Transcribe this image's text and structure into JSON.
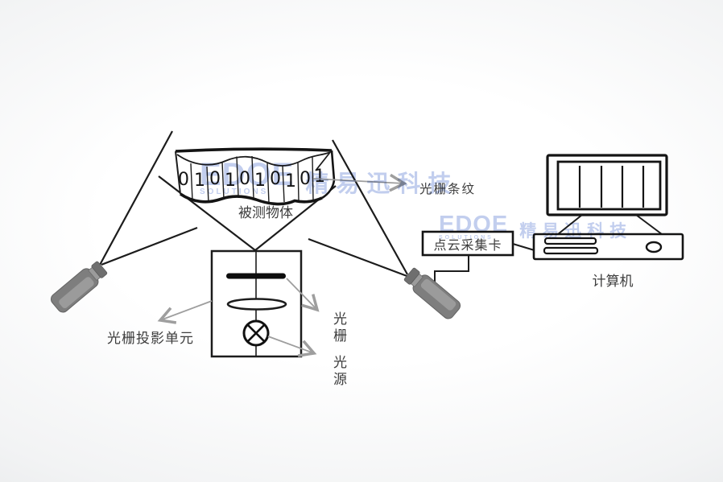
{
  "banner": {
    "digits": [
      "0",
      "1",
      "0",
      "1",
      "0",
      "1",
      "0",
      "1",
      "0",
      "1"
    ],
    "label": "被测物体"
  },
  "labels": {
    "grating_stripes": "光栅条纹",
    "projection_unit": "光栅投影单元",
    "grating": "光栅",
    "light_source": "光源",
    "capture_card": "点云采集卡",
    "computer": "计算机"
  },
  "watermark": {
    "brand": "EDOE",
    "sub": "SOLUTIONS",
    "cn": "精易迅科技"
  },
  "colors": {
    "line": "#1c1c1c",
    "gray_arrow": "#9e9e9e",
    "camera_body": "#7e7e7e",
    "watermark": "#9db0e4"
  }
}
